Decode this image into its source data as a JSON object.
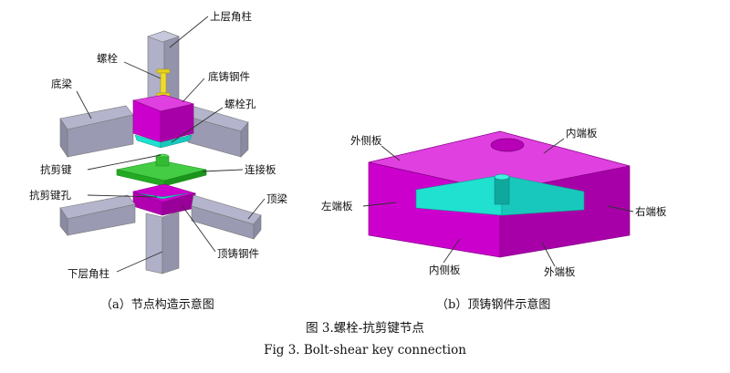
{
  "labels_a": {
    "upper_column": "上层角柱",
    "bolt": "螺栓",
    "bottom_beam": "底梁",
    "bottom_casting": "底铸钢件",
    "bolt_hole": "螺栓孔",
    "shear_key": "抗剪键",
    "connecting_plate": "连接板",
    "shear_key_hole": "抗剪键孔",
    "top_beam": "顶梁",
    "top_casting": "顶铸钢件",
    "lower_column": "下层角柱"
  },
  "labels_b": {
    "outer_side_plate": "外侧板",
    "inner_end_plate": "内端板",
    "left_end_plate": "左端板",
    "right_end_plate": "右端板",
    "inner_side_plate": "内侧板",
    "outer_end_plate": "外端板"
  },
  "subcaptions": {
    "a": "（a）节点构造示意图",
    "b": "（b）顶铸钢件示意图"
  },
  "caption": {
    "zh": "图 3.螺栓-抗剪键节点",
    "en": "Fig 3. Bolt-shear key connection"
  },
  "colors": {
    "magenta": "#cc00cc",
    "magenta_dark": "#990099",
    "cyan": "#20e0d0",
    "green": "#22bb22",
    "steel": "#a8a8c0",
    "steel_dark": "#8a8aa4",
    "bolt": "#e6d21e"
  }
}
